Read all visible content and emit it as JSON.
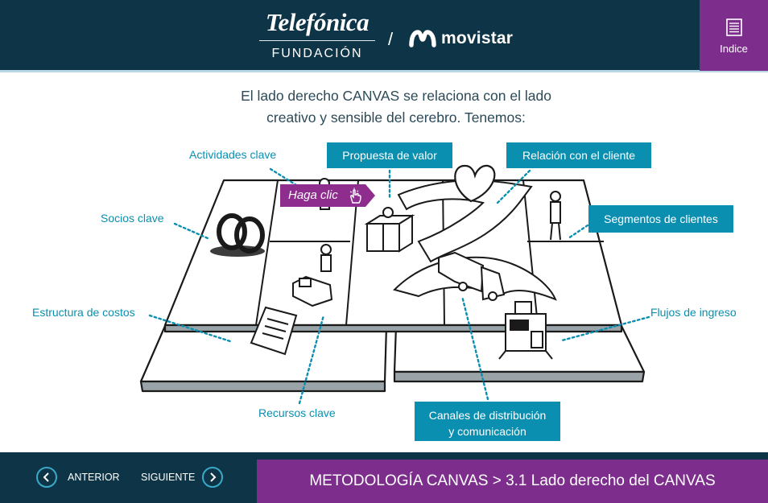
{
  "header": {
    "brand": "Telefónica",
    "brand_sub": "FUNDACIÓN",
    "separator": "/",
    "partner": "movistar",
    "menu_label": "Indice"
  },
  "intro": {
    "line1": "El lado derecho CANVAS se relaciona con el lado",
    "line2": "creativo y sensible del cerebro. Tenemos:"
  },
  "canvas": {
    "actividades_clave": "Actividades clave",
    "propuesta_valor": "Propuesta de valor",
    "relacion_cliente": "Relación con el cliente",
    "segmentos_clientes": "Segmentos de clientes",
    "socios_clave": "Socios clave",
    "estructura_costos": "Estructura de costos",
    "flujos_ingreso": "Flujos de ingreso",
    "recursos_clave": "Recursos clave",
    "canales_line1": "Canales de distribución",
    "canales_line2": "y comunicación",
    "haga_clic": "Haga clic"
  },
  "footer": {
    "prev_label": "ANTERIOR",
    "next_label": "SIGUIENTE",
    "breadcrumb": "METODOLOGÍA CANVAS > 3.1 Lado derecho del CANVAS"
  },
  "colors": {
    "navy": "#0e3547",
    "purple": "#7d2e8c",
    "teal": "#0a8fb0"
  }
}
